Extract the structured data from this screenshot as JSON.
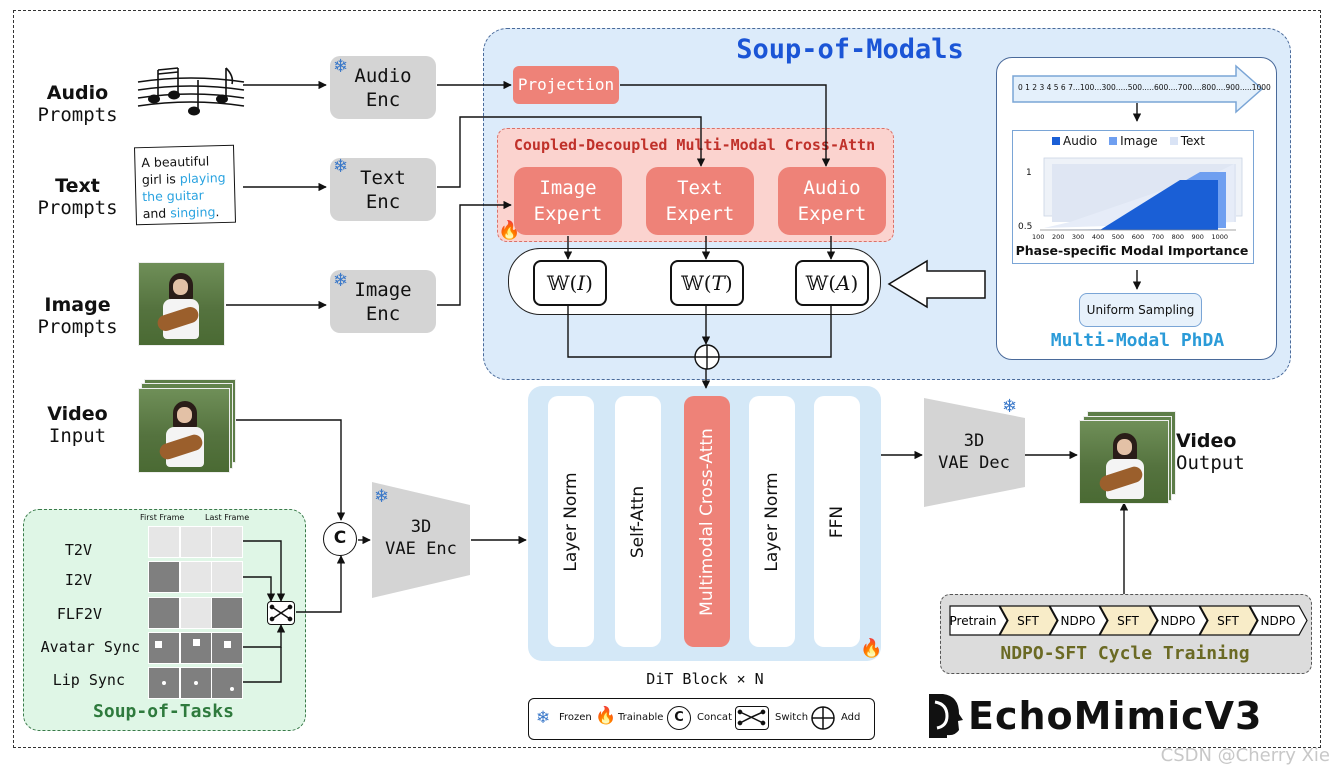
{
  "soup_of_modals": {
    "title": "Soup-of-Modals"
  },
  "prompts": {
    "audio": {
      "bold": "Audio",
      "normal": "Prompts"
    },
    "text": {
      "bold": "Text",
      "normal": "Prompts"
    },
    "image": {
      "bold": "Image",
      "normal": "Prompts"
    },
    "video_input": {
      "bold": "Video",
      "normal": "Input"
    }
  },
  "text_prompt_card": {
    "segments": [
      {
        "t": "A beautiful girl is ",
        "hl": false
      },
      {
        "t": "playing the guitar",
        "hl": true
      },
      {
        "t": " and ",
        "hl": false
      },
      {
        "t": "singing",
        "hl": true
      },
      {
        "t": ".",
        "hl": false
      }
    ]
  },
  "encoders": {
    "audio": "Audio\nEnc",
    "text": "Text\nEnc",
    "image": "Image\nEnc"
  },
  "projection": "Projection",
  "cross_attn": {
    "title": "Coupled-Decoupled Multi-Modal Cross-Attn",
    "experts": [
      "Image\nExpert",
      "Text\nExpert",
      "Audio\nExpert"
    ],
    "weights": [
      "𝕎(𝐼)",
      "𝕎(𝑇)",
      "𝕎(𝐴)"
    ]
  },
  "phda": {
    "scale": "0 1 2 3 4 5 6 7...100...300.....500.....600....700....800....900.....1000",
    "legend": [
      "Audio",
      "Image",
      "Text"
    ],
    "y_ticks": [
      "1",
      "0.5"
    ],
    "x_ticks": [
      "100",
      "200",
      "300",
      "400",
      "500",
      "600",
      "700",
      "800",
      "900",
      "1000"
    ],
    "chart_title": "Phase-specific Modal Importance",
    "uniform": "Uniform Sampling",
    "title": "Multi-Modal PhDA",
    "colors": {
      "audio": "#1a5fd6",
      "image": "#6f9ff0",
      "text": "#d9e3f5"
    }
  },
  "dit": {
    "layers": [
      "Layer Norm",
      "Self-Attn",
      "Multimodal Cross-Attn",
      "Layer Norm",
      "FFN"
    ],
    "label": "DiT Block × N"
  },
  "vae_enc": "3D\nVAE Enc",
  "vae_dec": "3D\nVAE Dec",
  "video_output": {
    "bold": "Video",
    "normal": "Output"
  },
  "tasks": {
    "header": [
      "First Frame",
      "Last Frame"
    ],
    "items": [
      "T2V",
      "I2V",
      "FLF2V",
      "Avatar Sync",
      "Lip Sync"
    ],
    "title": "Soup-of-Tasks"
  },
  "cycle": {
    "steps": [
      "Pretrain",
      "SFT",
      "NDPO",
      "SFT",
      "NDPO",
      "SFT",
      "NDPO"
    ],
    "title": "NDPO-SFT Cycle Training"
  },
  "legend": [
    {
      "icon": "snowflake-icon",
      "label": "Frozen"
    },
    {
      "icon": "flame-icon",
      "label": "Trainable"
    },
    {
      "icon": "concat-icon",
      "label": "Concat"
    },
    {
      "icon": "switch-icon",
      "label": "Switch"
    },
    {
      "icon": "add-icon",
      "label": "Add"
    }
  ],
  "concat_symbol": "C",
  "brand": "EchoMimicV3",
  "watermark": "CSDN @Cherry Xie",
  "colors": {
    "expert": "#ee8278",
    "modals_bg": "#dcebfa",
    "tasks_bg": "#dff6e6",
    "cycle_bg": "#dcdcdc",
    "title_blue": "#1b55d6",
    "title_red": "#c0312a",
    "title_green": "#2e7a3d",
    "title_olive": "#6b6a24"
  }
}
